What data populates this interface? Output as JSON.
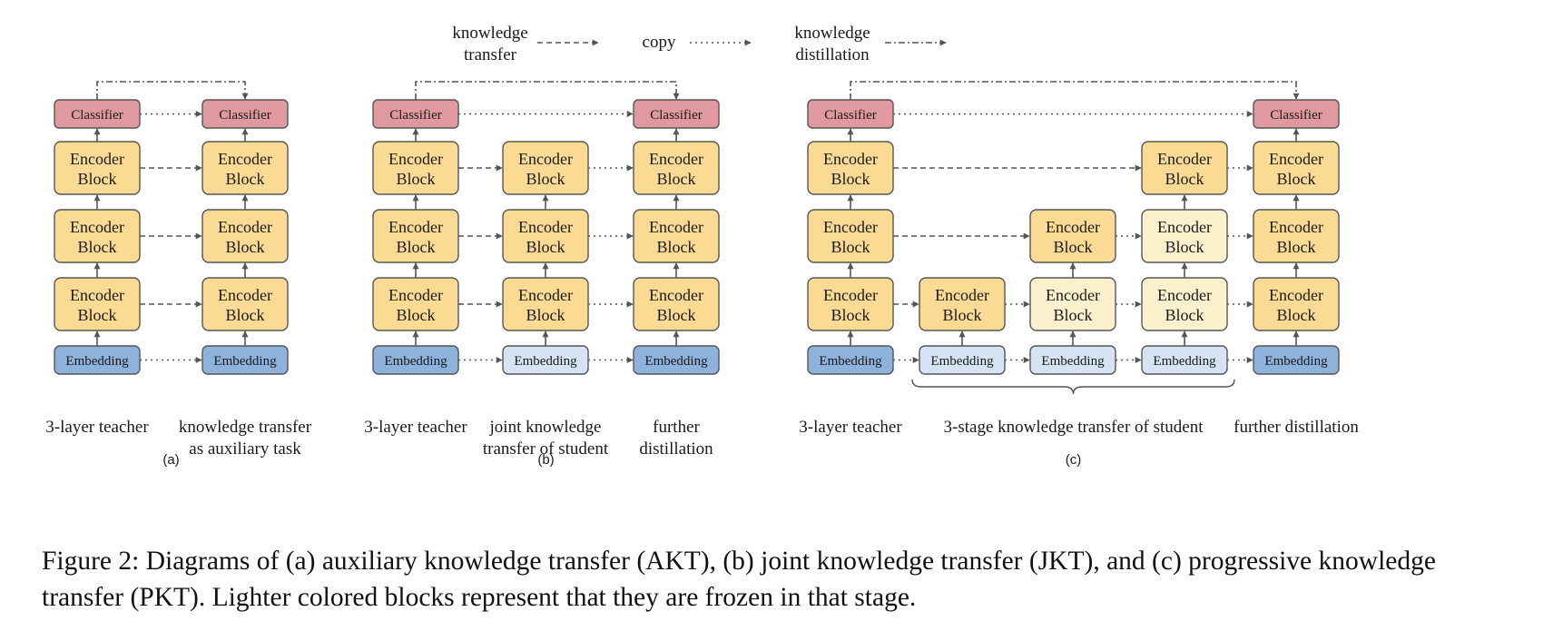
{
  "legend": {
    "knowledge_transfer": [
      "knowledge",
      "transfer"
    ],
    "copy": "copy",
    "knowledge_distillation": [
      "knowledge",
      "distillation"
    ]
  },
  "block_labels": {
    "classifier": "Classifier",
    "encoder_line1": "Encoder",
    "encoder_line2": "Block",
    "embedding": "Embedding"
  },
  "colors": {
    "classifier": "#e09a9f",
    "encoder": "#fbdb94",
    "encoder_frozen": "#fdf1cd",
    "embedding": "#8db2dc",
    "embedding_frozen": "#d5e3f2",
    "border": "#555555",
    "arrow": "#555555"
  },
  "panels": [
    {
      "id": "a",
      "label": "(a)",
      "columns": [
        {
          "caption": [
            "3-layer teacher"
          ],
          "layers": 3,
          "frozen_layers": [],
          "frozen_embedding": false,
          "classifier": true
        },
        {
          "caption": [
            "knowledge transfer",
            "as auxiliary task"
          ],
          "layers": 3,
          "frozen_layers": [],
          "frozen_embedding": false,
          "classifier": true
        }
      ]
    },
    {
      "id": "b",
      "label": "(b)",
      "columns": [
        {
          "caption": [
            "3-layer teacher"
          ],
          "layers": 3,
          "frozen_layers": [],
          "frozen_embedding": false,
          "classifier": true
        },
        {
          "caption": [
            "joint knowledge",
            "transfer of student"
          ],
          "layers": 3,
          "frozen_layers": [],
          "frozen_embedding": true,
          "classifier": false
        },
        {
          "caption": [
            "further",
            "distillation"
          ],
          "layers": 3,
          "frozen_layers": [],
          "frozen_embedding": false,
          "classifier": true
        }
      ]
    },
    {
      "id": "c",
      "label": "(c)",
      "columns": [
        {
          "caption": [
            "3-layer teacher"
          ],
          "layers": 3,
          "frozen_layers": [],
          "frozen_embedding": false,
          "classifier": true
        },
        {
          "caption": [],
          "layers": 1,
          "frozen_layers": [],
          "frozen_embedding": true,
          "classifier": false
        },
        {
          "caption": [],
          "layers": 2,
          "frozen_layers": [
            1
          ],
          "frozen_embedding": true,
          "classifier": false
        },
        {
          "caption": [],
          "layers": 3,
          "frozen_layers": [
            1,
            2
          ],
          "frozen_embedding": true,
          "classifier": false
        },
        {
          "caption": [
            "further distillation"
          ],
          "layers": 3,
          "frozen_layers": [],
          "frozen_embedding": false,
          "classifier": true
        }
      ],
      "group_caption": "3-stage knowledge transfer of student"
    }
  ],
  "caption": "Figure 2: Diagrams of (a) auxiliary knowledge transfer (AKT), (b) joint knowledge transfer (JKT), and (c) progressive knowledge transfer (PKT). Lighter colored blocks represent that they are frozen in that stage."
}
